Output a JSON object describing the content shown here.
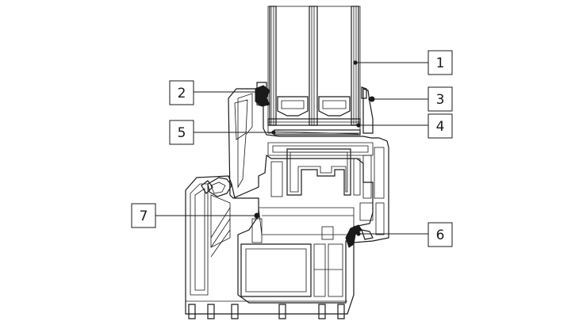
{
  "callouts": [
    {
      "label": "1"
    },
    {
      "label": "2"
    },
    {
      "label": "3"
    },
    {
      "label": "4"
    },
    {
      "label": "5"
    },
    {
      "label": "6"
    },
    {
      "label": "7"
    }
  ],
  "colors": {
    "line": "#1a1a1a",
    "background": "#ffffff"
  }
}
